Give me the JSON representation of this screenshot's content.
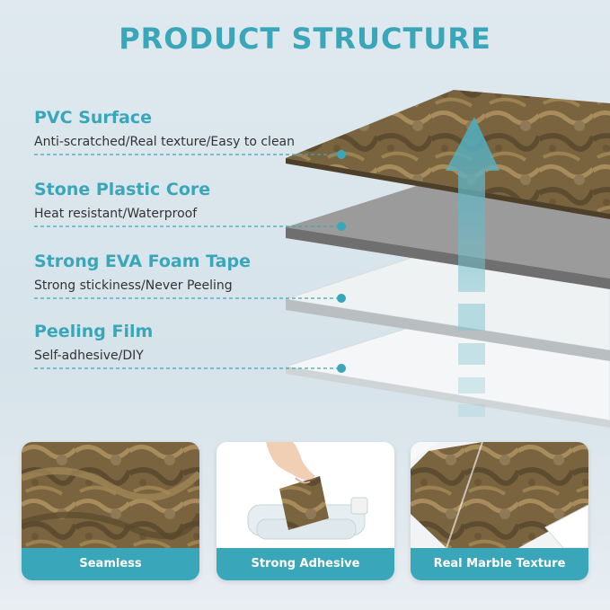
{
  "title": "PRODUCT STRUCTURE",
  "colors": {
    "accent": "#3aa6b9",
    "text_dark": "#333333",
    "arrow": "#5fb4c4"
  },
  "layers": [
    {
      "name": "PVC Surface",
      "desc": "Anti-scratched/Real texture/Easy to clean"
    },
    {
      "name": "Stone Plastic Core",
      "desc": "Heat resistant/Waterproof"
    },
    {
      "name": "Strong EVA Foam Tape",
      "desc": "Strong stickiness/Never Peeling"
    },
    {
      "name": "Peeling Film",
      "desc": "Self-adhesive/DIY"
    }
  ],
  "features": [
    {
      "label": "Seamless",
      "image": "marble-texture-closeup"
    },
    {
      "label": "Strong Adhesive",
      "image": "hand-peeling-tile-off-bottle"
    },
    {
      "label": "Real Marble Texture",
      "image": "marble-tiles-on-white-wall"
    }
  ]
}
